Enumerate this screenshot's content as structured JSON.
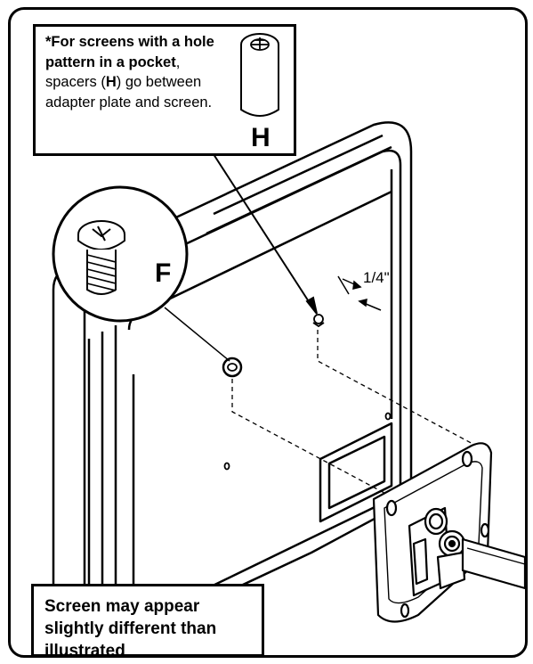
{
  "callout_top": {
    "line1_bold": "*For screens with a hole pattern in a pocket",
    "line1_rest": ", spacers (",
    "spacer_letter": "H",
    "line1_end": ") go between adapter plate and screen."
  },
  "labels": {
    "spacer_part": "H",
    "screw_part": "F",
    "dimension": "1/4\""
  },
  "note": {
    "text": "Screen may appear slightly different than illustrated"
  }
}
